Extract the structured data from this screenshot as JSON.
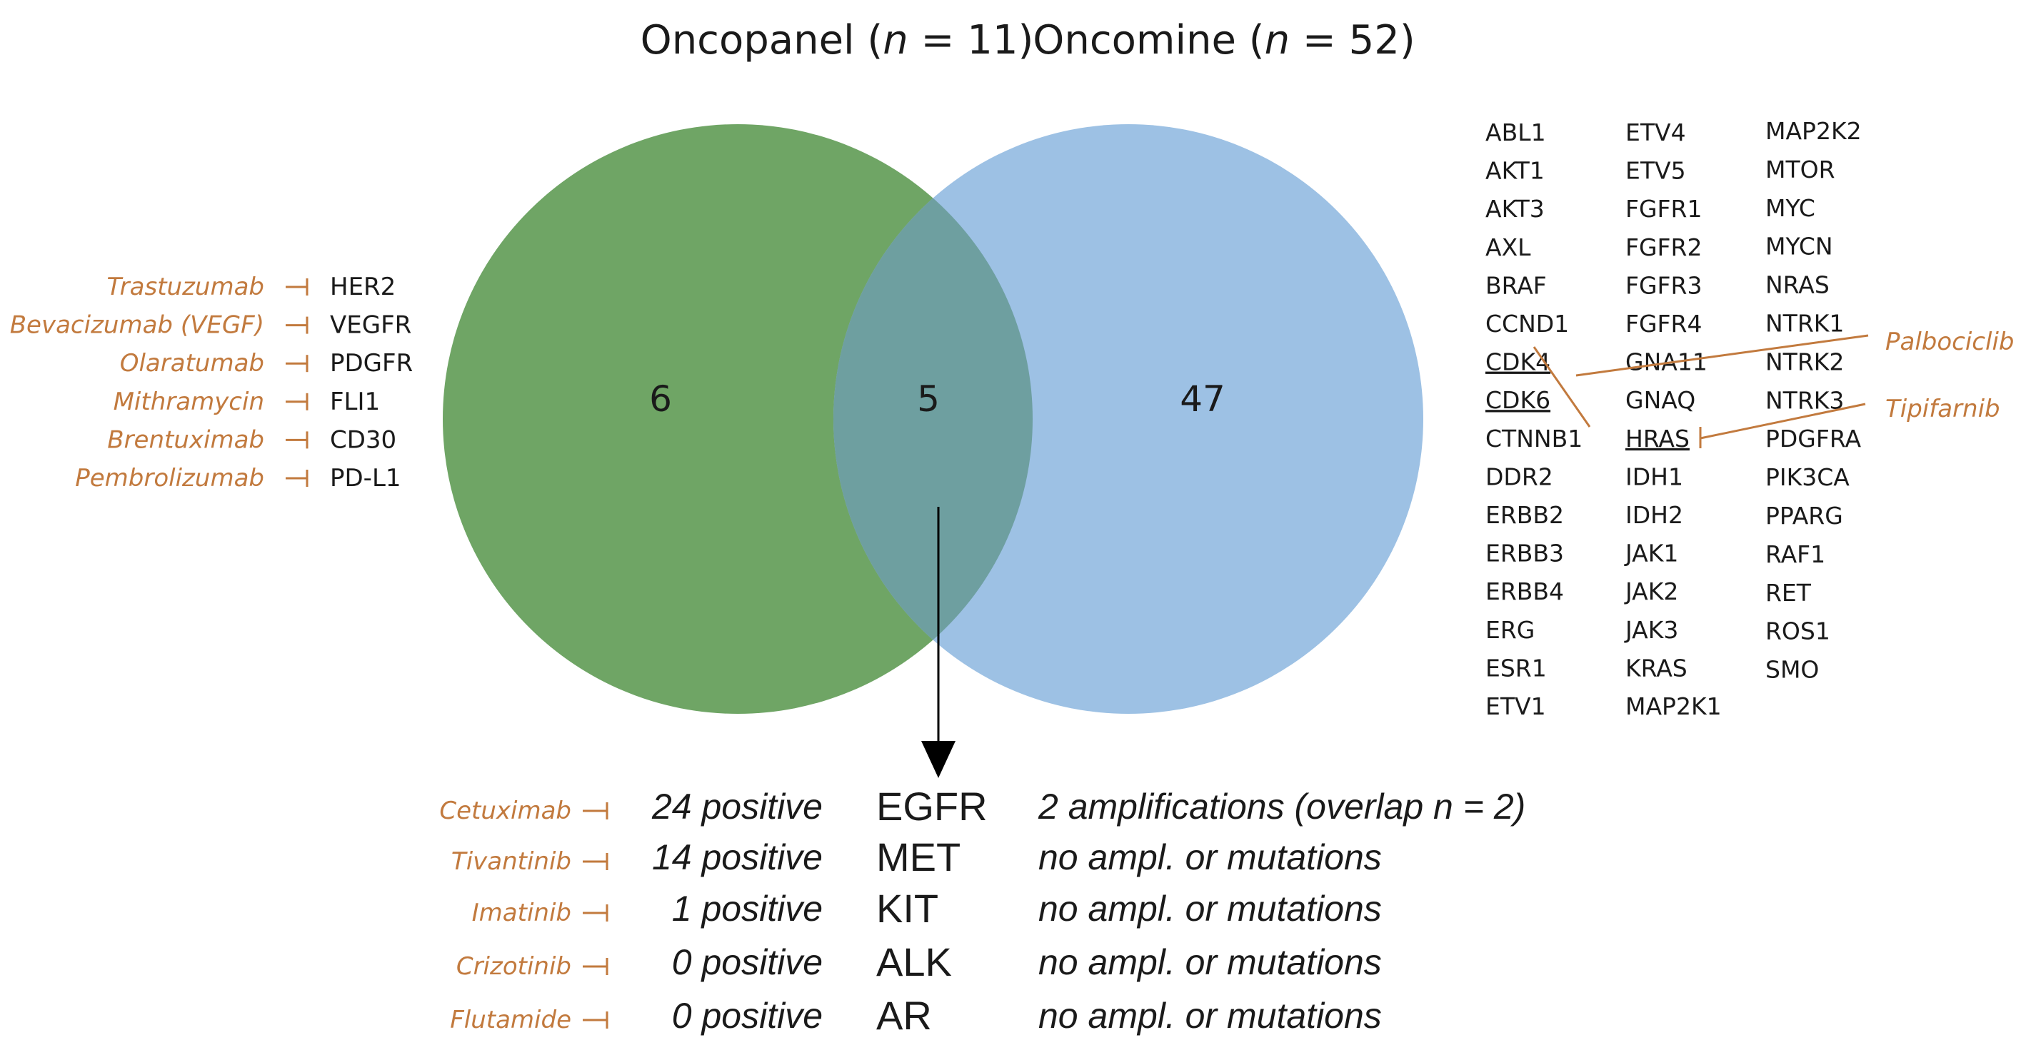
{
  "colors": {
    "oncopanel_circle": "#6fa565",
    "oncomine_circle": "#9dc1e4",
    "overlap": "#6e9fa0",
    "drug": "#c27a3e",
    "text": "#1a1a1a",
    "arrow": "#000000"
  },
  "venn": {
    "left_title": {
      "name": "Oncopanel (",
      "n_symbol": "n",
      "rest": " = 11)"
    },
    "right_title": {
      "name": "Oncomine (",
      "n_symbol": "n",
      "rest": " = 52)"
    },
    "left_only_count": "6",
    "overlap_count": "5",
    "right_only_count": "47"
  },
  "left_targets": [
    {
      "drug": "Trastuzumab",
      "target": "HER2"
    },
    {
      "drug": "Bevacizumab (VEGF)",
      "target": "VEGFR"
    },
    {
      "drug": "Olaratumab",
      "target": "PDGFR"
    },
    {
      "drug": "Mithramycin",
      "target": "FLI1"
    },
    {
      "drug": "Brentuximab",
      "target": "CD30"
    },
    {
      "drug": "Pembrolizumab",
      "target": "PD-L1"
    }
  ],
  "gene_columns": [
    [
      "ABL1",
      "AKT1",
      "AKT3",
      "AXL",
      "BRAF",
      "CCND1",
      "CDK4",
      "CDK6",
      "CTNNB1",
      "DDR2",
      "ERBB2",
      "ERBB3",
      "ERBB4",
      "ERG",
      "ESR1",
      "ETV1"
    ],
    [
      "ETV4",
      "ETV5",
      "FGFR1",
      "FGFR2",
      "FGFR3",
      "FGFR4",
      "GNA11",
      "GNAQ",
      "HRAS",
      "IDH1",
      "IDH2",
      "JAK1",
      "JAK2",
      "JAK3",
      "KRAS",
      "MAP2K1"
    ],
    [
      "MAP2K2",
      "MTOR",
      "MYC",
      "MYCN",
      "NRAS",
      "NTRK1",
      "NTRK2",
      "NTRK3",
      "PDGFRA",
      "PIK3CA",
      "PPARG",
      "RAF1",
      "RET",
      "ROS1",
      "SMO"
    ]
  ],
  "underlined_genes": [
    "CDK4",
    "CDK6",
    "HRAS"
  ],
  "right_drugs": {
    "palbociclib": "Palbociclib",
    "tipifarnib": "Tipifarnib"
  },
  "overlap_rows": [
    {
      "drug": "Cetuximab",
      "positive": "24 positive",
      "gene": "EGFR",
      "note": "2 amplifications (overlap n = 2)"
    },
    {
      "drug": "Tivantinib",
      "positive": "14 positive",
      "gene": "MET",
      "note": "no ampl. or mutations"
    },
    {
      "drug": "Imatinib",
      "positive": "1 positive",
      "gene": "KIT",
      "note": "no ampl. or mutations"
    },
    {
      "drug": "Crizotinib",
      "positive": "0 positive",
      "gene": "ALK",
      "note": "no ampl. or mutations"
    },
    {
      "drug": "Flutamide",
      "positive": "0 positive",
      "gene": "AR",
      "note": "no ampl. or mutations"
    }
  ]
}
